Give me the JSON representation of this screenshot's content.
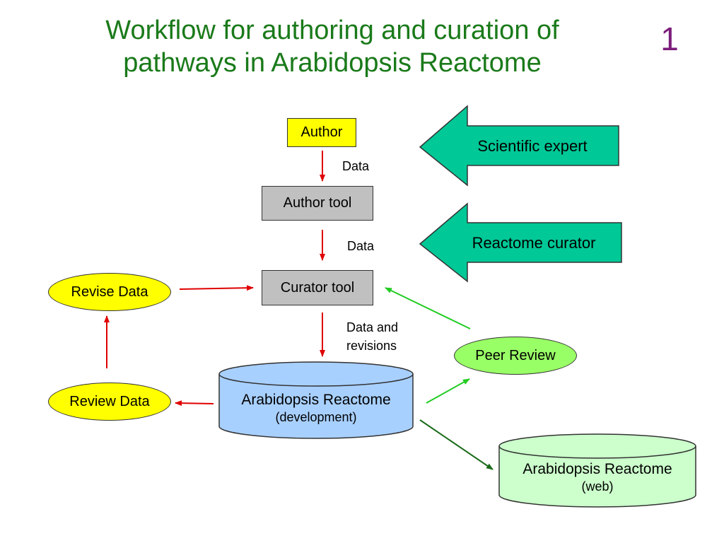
{
  "title": {
    "line1": "Workflow for authoring and curation of",
    "line2": "pathways in Arabidopsis Reactome"
  },
  "slide_number": "1",
  "nodes": {
    "author": "Author",
    "author_tool": "Author tool",
    "curator_tool": "Curator tool",
    "revise_data": "Revise Data",
    "review_data": "Review Data",
    "peer_review": "Peer Review",
    "dev_db": {
      "line1": "Arabidopsis Reactome",
      "line2": "(development)"
    },
    "web_db": {
      "line1": "Arabidopsis Reactome",
      "line2": "(web)"
    }
  },
  "edge_labels": {
    "author_to_tool": "Data",
    "tool_to_curator": "Data",
    "curator_to_db_line1": "Data and",
    "curator_to_db_line2": "revisions"
  },
  "roles": {
    "scientific_expert": "Scientific expert",
    "reactome_curator": "Reactome curator"
  },
  "colors": {
    "title": "#1a7a1a",
    "slide_number": "#7b1e7b",
    "author_box": "#ffff00",
    "tool_box": "#c0c0c0",
    "ellipse_yellow": "#ffff00",
    "ellipse_green": "#99ff66",
    "dev_db": "#a8d0ff",
    "web_db": "#ccffcc",
    "role_arrow": "#00c896",
    "red_arrow": "#e00000",
    "green_arrow": "#22cc22",
    "dark_green_arrow": "#1a6a1a"
  }
}
